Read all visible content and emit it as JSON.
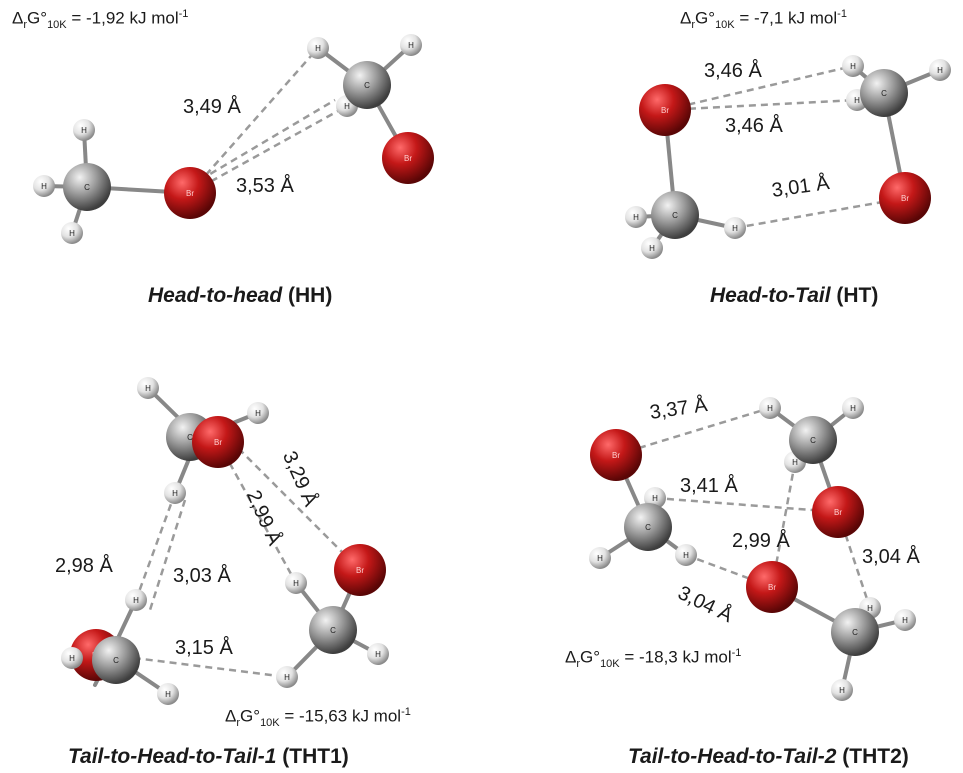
{
  "energy_label": {
    "delta": "Δ",
    "r": "r",
    "G": "G°",
    "sub": "10K",
    "eq": " = ",
    "unit": " kJ mol",
    "exp": "-1"
  },
  "panels": {
    "hh": {
      "energy": "-1,92",
      "caption_italic": "Head-to-head",
      "caption_abbr": " (HH)",
      "distances": [
        "3,49 Å",
        "3,53 Å"
      ]
    },
    "ht": {
      "energy": "-7,1",
      "caption_italic": "Head-to-Tail",
      "caption_abbr": " (HT)",
      "distances": [
        "3,46 Å",
        "3,46 Å",
        "3,01 Å"
      ]
    },
    "tht1": {
      "energy": "-15,63",
      "caption_italic": "Tail-to-Head-to-Tail-1",
      "caption_abbr": " (THT1)",
      "distances": [
        "3,29 Å",
        "2,99 Å",
        "2,98 Å",
        "3,03 Å",
        "3,15 Å"
      ]
    },
    "tht2": {
      "energy": "-18,3",
      "caption_italic": "Tail-to-Head-to-Tail-2",
      "caption_abbr": " (THT2)",
      "distances": [
        "3,37 Å",
        "3,41 Å",
        "2,99 Å",
        "3,04 Å",
        "3,04 Å"
      ]
    }
  },
  "atom_labels": {
    "carbon": "C",
    "hydrogen": "H",
    "bromine": "Br"
  },
  "colors": {
    "carbon": "#8c8c8c",
    "hydrogen": "#e6e6e6",
    "bromine": "#a01010",
    "bond": "#9a9a9a",
    "contact": "#9a9a9a"
  }
}
